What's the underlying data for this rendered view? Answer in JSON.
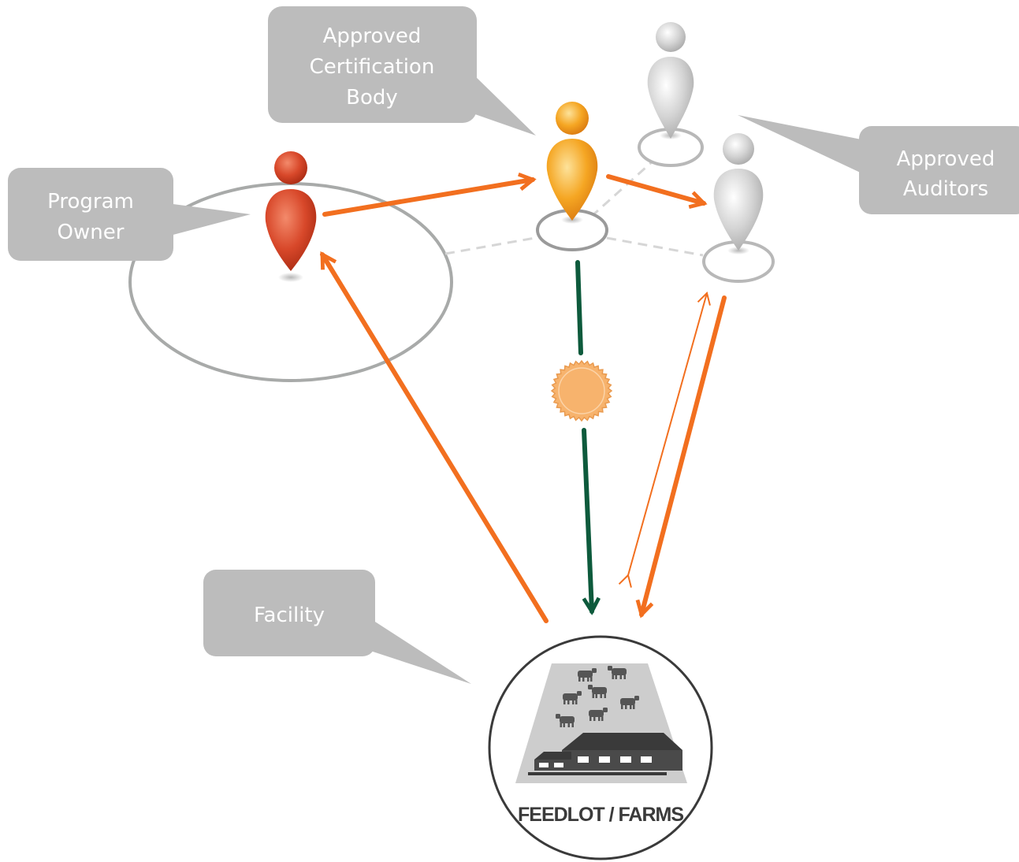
{
  "callouts": {
    "certification_body": [
      "Approved",
      "Certification",
      "Body"
    ],
    "program_owner": [
      "Program",
      "Owner"
    ],
    "auditors": [
      "Approved",
      "Auditors"
    ],
    "facility": [
      "Facility"
    ]
  },
  "facility_label": "FEEDLOT / FARMS",
  "colors": {
    "callout_bg": "#bcbcbc",
    "orange_arrow": "#f26f1f",
    "green_arrow": "#0d5a3c",
    "program_owner": "#d8482a",
    "certification_body": "#f5a623",
    "auditor": "#cfcfcf",
    "seal": "#f7b36d"
  },
  "icons": {
    "program_owner": "person-icon",
    "certification_body": "person-icon",
    "auditor": "person-icon",
    "certificate": "seal-icon",
    "facility": "feedlot-farm-icon"
  }
}
